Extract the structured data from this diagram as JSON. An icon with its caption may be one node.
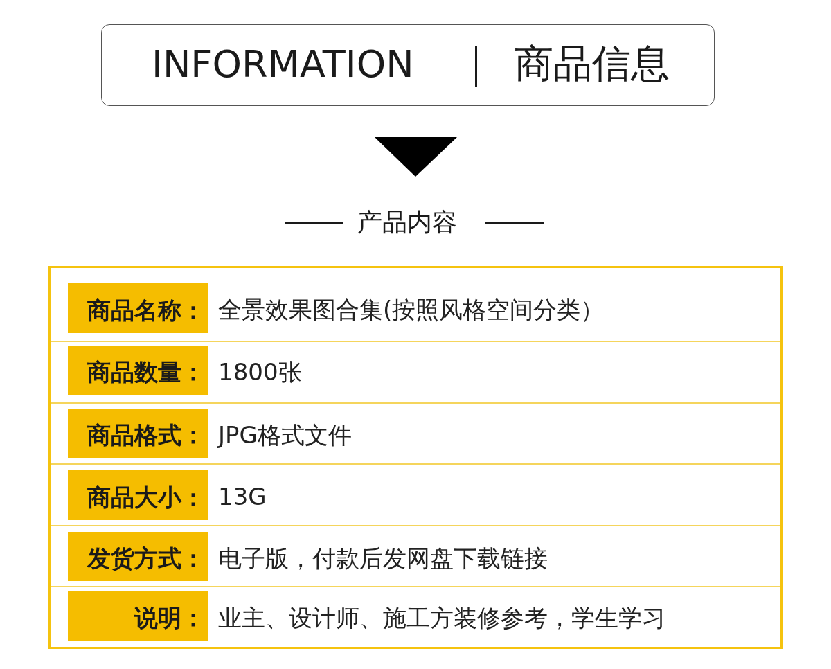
{
  "diagram": {
    "nodes": [
      {
        "text": [
          "INFORMATION",
          "商品信息"
        ]
      },
      {
        "text": [],
        "shape": "box"
      },
      {
        "text": [
          "商品名称："
        ],
        "in": 1,
        "beside": [
          "全景效果图合集(按照风格空间分类）"
        ]
      },
      {
        "text": [
          "商品数量："
        ],
        "in": 1,
        "beside": [
          "1800张"
        ]
      },
      {
        "text": [
          "商品格式："
        ],
        "in": 1,
        "beside": [
          "JPG格式文件"
        ]
      },
      {
        "text": [
          "商品大小："
        ],
        "in": 1,
        "beside": [
          "13G"
        ]
      },
      {
        "text": [
          "发货方式："
        ],
        "in": 1,
        "beside": [
          "电子版，付款后发网盘下载链接"
        ]
      },
      {
        "text": [
          "说明："
        ],
        "in": 1,
        "beside": [
          "业主、设计师、施工方装修参考，学生学习"
        ]
      }
    ],
    "edges": [],
    "labels": [
      "产品内容"
    ]
  }
}
